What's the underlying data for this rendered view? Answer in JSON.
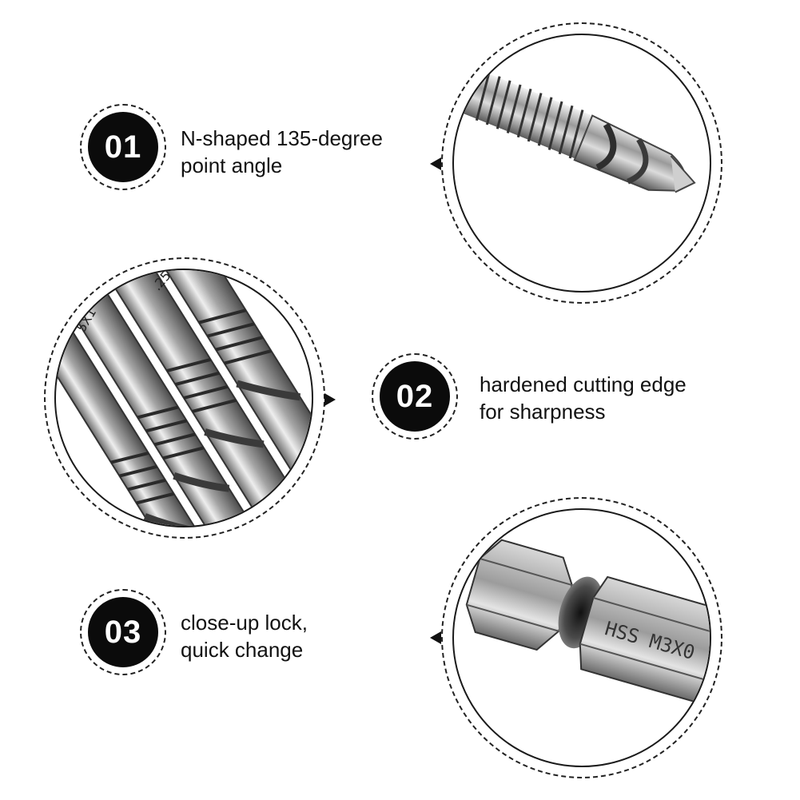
{
  "features": [
    {
      "number": "01",
      "line1": "N-shaped 135-degree",
      "line2": "point angle"
    },
    {
      "number": "02",
      "line1": "hardened cutting edge",
      "line2": "for sharpness"
    },
    {
      "number": "03",
      "line1": "close-up lock,",
      "line2": "quick change"
    }
  ],
  "photo_labels": {
    "shank_marking": "HSS M3X0",
    "bit_label_a": "5X1",
    "bit_label_b": ".25"
  },
  "colors": {
    "badge": "#0b0b0b",
    "text": "#111111",
    "background": "#ffffff"
  }
}
